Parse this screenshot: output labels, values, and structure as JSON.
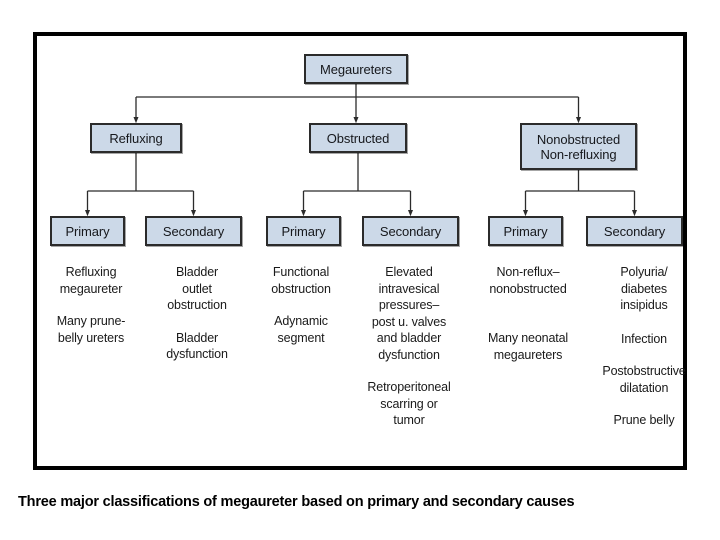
{
  "caption": "Three major classifications of megaureter based on primary and secondary causes",
  "colors": {
    "node_fill": "#ccd9e8",
    "node_border": "#2b2b2b",
    "frame_border": "#000000",
    "text": "#1a1a1a",
    "background": "#ffffff"
  },
  "diagram": {
    "type": "tree",
    "root": {
      "label": "Megaureters"
    },
    "tier2": [
      {
        "label": "Refluxing"
      },
      {
        "label": "Obstructed"
      },
      {
        "label": "Nonobstructed\nNon-refluxing"
      }
    ],
    "leaves": [
      {
        "label": "Primary"
      },
      {
        "label": "Secondary"
      },
      {
        "label": "Primary"
      },
      {
        "label": "Secondary"
      },
      {
        "label": "Primary"
      },
      {
        "label": "Secondary"
      }
    ],
    "columns": [
      {
        "parent": "Refluxing",
        "kind": "Primary",
        "entries": [
          "Refluxing\nmegaureter",
          "Many prune-\nbelly ureters"
        ]
      },
      {
        "parent": "Refluxing",
        "kind": "Secondary",
        "entries": [
          "Bladder\noutlet\nobstruction",
          "Bladder\ndysfunction"
        ]
      },
      {
        "parent": "Obstructed",
        "kind": "Primary",
        "entries": [
          "Functional\nobstruction",
          "Adynamic\nsegment"
        ]
      },
      {
        "parent": "Obstructed",
        "kind": "Secondary",
        "entries": [
          "Elevated\nintravesical\npressures–\npost u. valves\nand bladder\ndysfunction",
          "Retroperitoneal\nscarring or\ntumor"
        ]
      },
      {
        "parent": "Nonobstructed Non-refluxing",
        "kind": "Primary",
        "entries": [
          "Non-reflux–\nnonobstructed",
          "Many neonatal\nmegaureters"
        ]
      },
      {
        "parent": "Nonobstructed Non-refluxing",
        "kind": "Secondary",
        "entries": [
          "Polyuria/\ndiabetes\ninsipidus",
          "Infection",
          "Postobstructive\ndilatation",
          "Prune belly"
        ]
      }
    ]
  }
}
